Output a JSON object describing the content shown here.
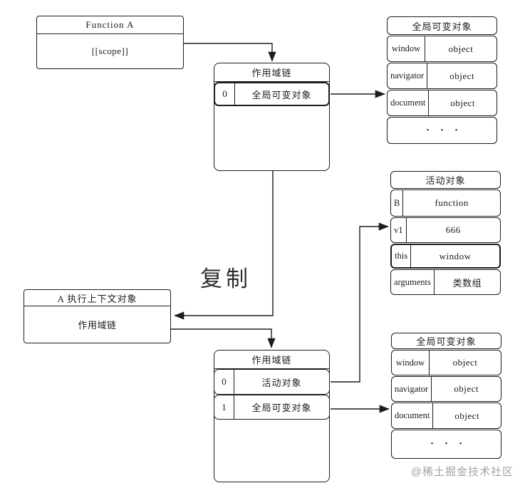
{
  "diagram": {
    "ink_color": "#1c1c1c",
    "watermark_color": "#a2a2a2",
    "function_a": {
      "title": "Function A",
      "body": "[[scope]]"
    },
    "scope_chain_top": {
      "title": "作用域链",
      "rows": [
        {
          "index": "0",
          "label": "全局可变对象"
        }
      ]
    },
    "global_object_top": {
      "title": "全局可变对象",
      "rows": [
        {
          "key": "window",
          "value": "object"
        },
        {
          "key": "navigator",
          "value": "object"
        },
        {
          "key": "document",
          "value": "object"
        }
      ],
      "ellipsis": "• • •"
    },
    "active_object": {
      "title": "活动对象",
      "rows": [
        {
          "key": "B",
          "value": "function"
        },
        {
          "key": "v1",
          "value": "666"
        },
        {
          "key": "this",
          "value": "window"
        },
        {
          "key": "arguments",
          "value": "类数组"
        }
      ]
    },
    "exec_context": {
      "title": "A 执行上下文对象",
      "body": "作用域链"
    },
    "scope_chain_bottom": {
      "title": "作用域链",
      "rows": [
        {
          "index": "0",
          "label": "活动对象"
        },
        {
          "index": "1",
          "label": "全局可变对象"
        }
      ]
    },
    "global_object_bottom": {
      "title": "全局可变对象",
      "rows": [
        {
          "key": "window",
          "value": "object"
        },
        {
          "key": "navigator",
          "value": "object"
        },
        {
          "key": "document",
          "value": "object"
        }
      ],
      "ellipsis": "• • •"
    },
    "copy_label": "复制",
    "watermark": "@稀土掘金技术社区"
  }
}
